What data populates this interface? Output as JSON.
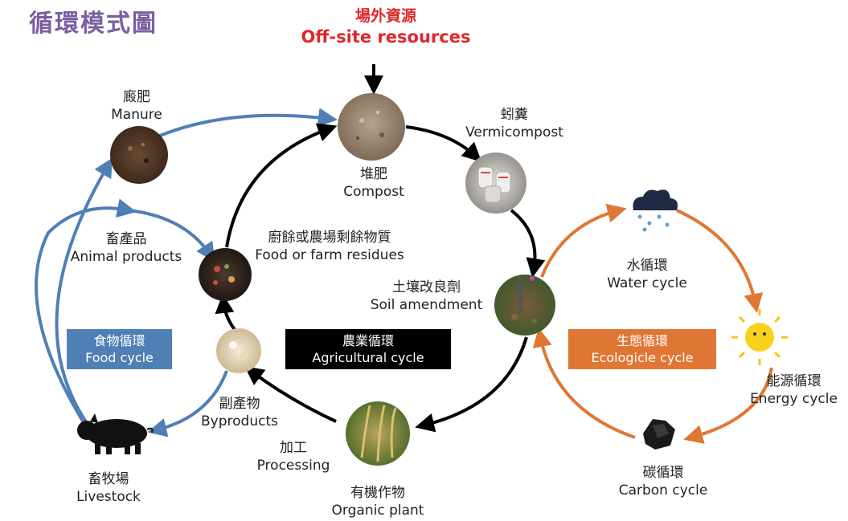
{
  "title": "循環模式圖",
  "offsite": {
    "zh": "場外資源",
    "en": "Off-site resources"
  },
  "nodes": {
    "manure": {
      "zh": "廄肥",
      "en": "Manure"
    },
    "compost": {
      "zh": "堆肥",
      "en": "Compost"
    },
    "vermicompost": {
      "zh": "蚓糞",
      "en": "Vermicompost"
    },
    "animal_products": {
      "zh": "畜產品",
      "en": "Animal products"
    },
    "residues": {
      "zh": "廚餘或農場剩餘物質",
      "en": "Food or farm residues"
    },
    "soil_amendment": {
      "zh": "土壤改良劑",
      "en": "Soil amendment"
    },
    "byproducts": {
      "zh": "副產物",
      "en": "Byproducts"
    },
    "processing": {
      "zh": "加工",
      "en": "Processing"
    },
    "livestock": {
      "zh": "畜牧場",
      "en": "Livestock"
    },
    "organic_plant": {
      "zh": "有機作物",
      "en": "Organic plant"
    },
    "water_cycle": {
      "zh": "水循環",
      "en": "Water cycle"
    },
    "energy_cycle": {
      "zh": "能源循環",
      "en": "Energy cycle"
    },
    "carbon_cycle": {
      "zh": "碳循環",
      "en": "Carbon cycle"
    }
  },
  "cycles": {
    "food": {
      "zh": "食物循環",
      "en": "Food cycle",
      "color": "#4f7fb5"
    },
    "agricultural": {
      "zh": "農業循環",
      "en": "Agricultural cycle",
      "color": "#000000"
    },
    "ecological": {
      "zh": "生態循環",
      "en": "Ecologicle cycle",
      "color": "#e07633"
    }
  },
  "colors": {
    "title": "#7a5fa0",
    "offsite": "#e0262b",
    "food": "#4f7fb5",
    "agri": "#000000",
    "eco": "#e07633"
  }
}
